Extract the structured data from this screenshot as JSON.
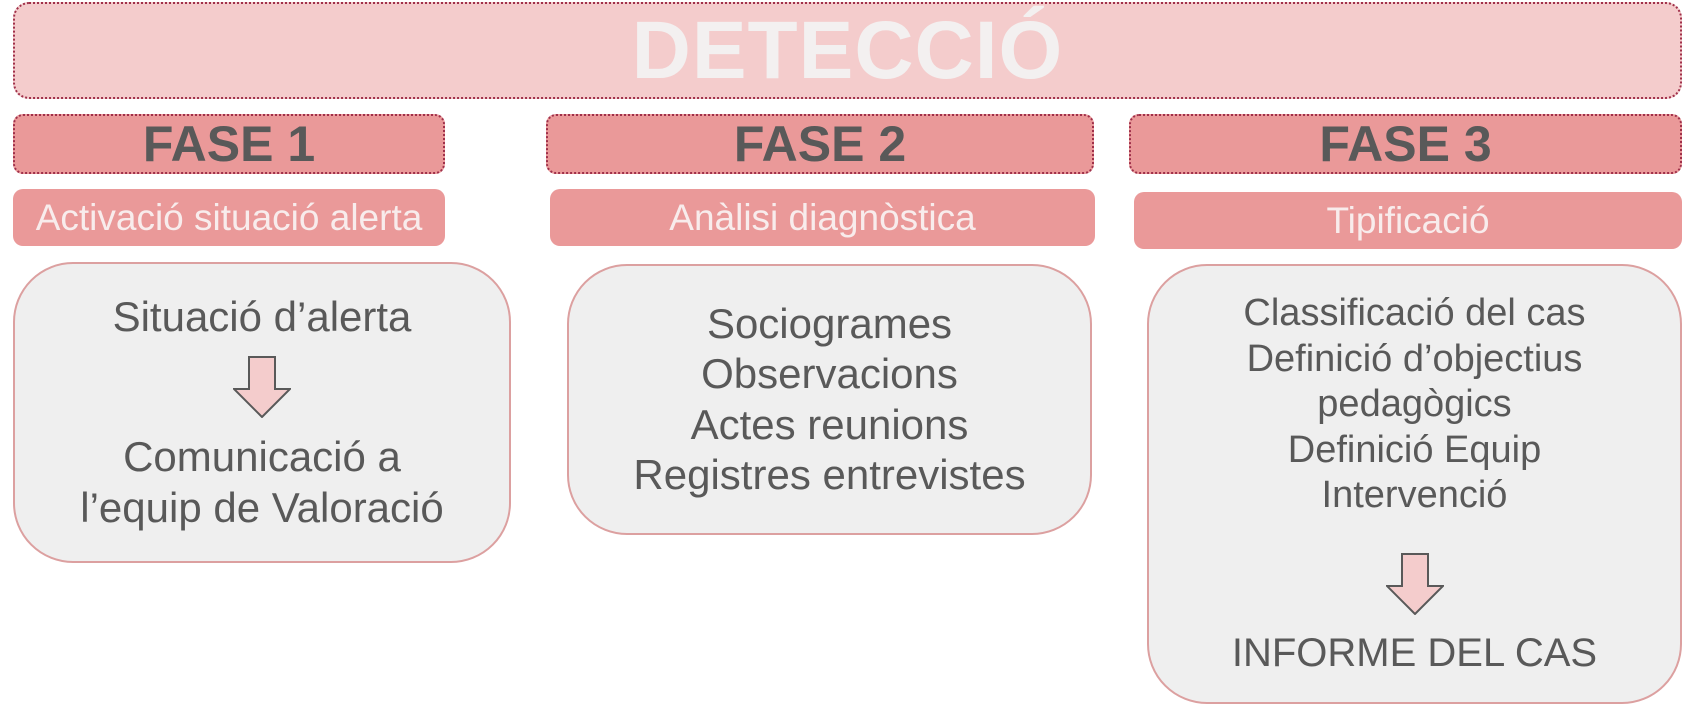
{
  "title": "DETECCIÓ",
  "phases": [
    {
      "label": "FASE 1",
      "subtitle": "Activació situació alerta",
      "items_before_arrow": [
        "Situació d’alerta"
      ],
      "items_after_arrow": [
        "Comunicació a",
        "l’equip de Valoració"
      ]
    },
    {
      "label": "FASE 2",
      "subtitle": "Anàlisi diagnòstica",
      "items": [
        "Sociogrames",
        "Observacions",
        "Actes reunions",
        "Registres entrevistes"
      ]
    },
    {
      "label": "FASE 3",
      "subtitle": "Tipificació",
      "items_before_arrow": [
        "Classificació del cas",
        "Definició d’objectius",
        "pedagògics",
        "Definició Equip",
        "Intervenció"
      ],
      "items_after_arrow": [
        "INFORME DEL CAS"
      ]
    }
  ],
  "colors": {
    "banner": "#f4cccc",
    "phase": "#ea9999",
    "text": "#595959",
    "box": "#efefef",
    "arrow": "#f4cccc"
  }
}
